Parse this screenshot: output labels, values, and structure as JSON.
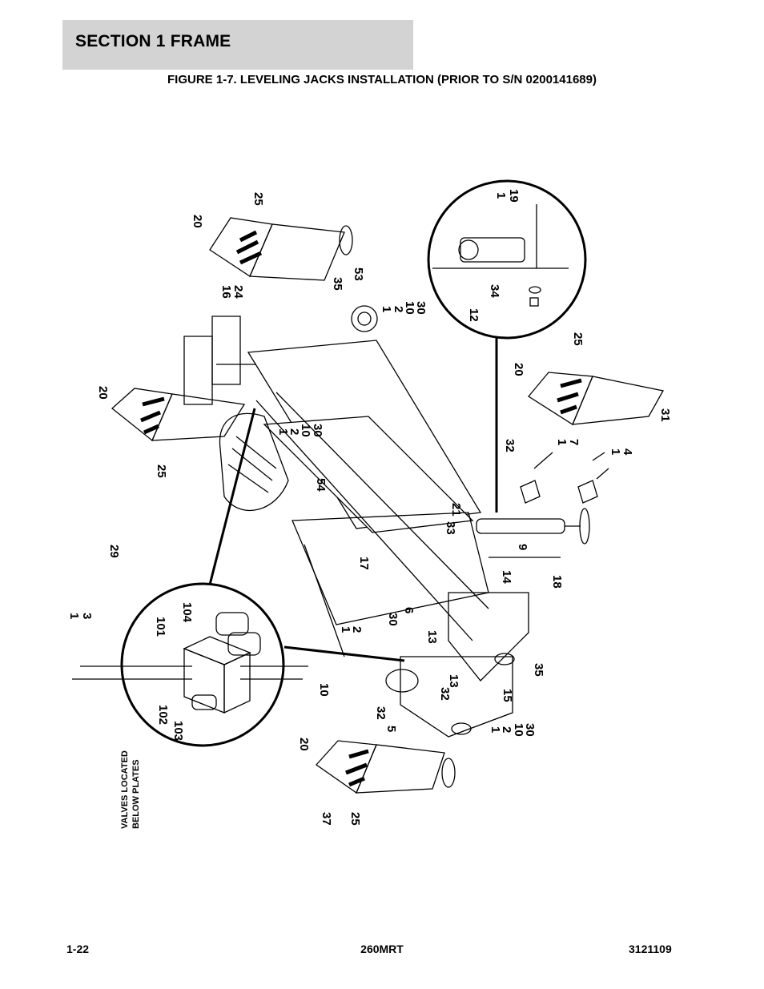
{
  "header": {
    "section": "SECTION 1  FRAME"
  },
  "figure": {
    "title": "FIGURE 1-7. LEVELING JACKS INSTALLATION (PRIOR TO S/N 0200141689)"
  },
  "diagram": {
    "callouts": {
      "c25a": "25",
      "c20a": "20",
      "c16": "16",
      "c24": "24",
      "c35a": "35",
      "c53": "53",
      "c1a": "1",
      "c2a": "2",
      "c10a": "10",
      "c30a": "30",
      "c20b": "20",
      "c25b": "25",
      "c1b": "1",
      "c2b": "2",
      "c10b": "10",
      "c30b": "30",
      "c54": "54",
      "c29": "29",
      "c17": "17",
      "c1c": "1",
      "c2c": "2",
      "c30c": "30",
      "c6": "6",
      "c13a": "13",
      "c1d": "1",
      "c3": "3",
      "c101": "101",
      "c104": "104",
      "c102": "102",
      "c103": "103",
      "c10c": "10",
      "c32a": "32",
      "c5": "5",
      "c32b": "32",
      "c13b": "13",
      "c15": "15",
      "c1e": "1",
      "c2e": "2",
      "c10e": "10",
      "c30e": "30",
      "c35b": "35",
      "c20c": "20",
      "c37": "37",
      "c25c": "25",
      "c21": "21",
      "c33": "33",
      "c14": "14",
      "c9": "9",
      "c18": "18",
      "c32c": "32",
      "c1f": "1",
      "c7": "7",
      "c1g": "1",
      "c4": "4",
      "c20d": "20",
      "c25d": "25",
      "c31": "31",
      "c1h": "1",
      "c19": "19",
      "c34": "34",
      "c12": "12"
    },
    "note_line1": "VALVES LOCATED",
    "note_line2": "BELOW PLATES"
  },
  "footer": {
    "page": "1-22",
    "model": "260MRT",
    "doc": "3121109"
  }
}
